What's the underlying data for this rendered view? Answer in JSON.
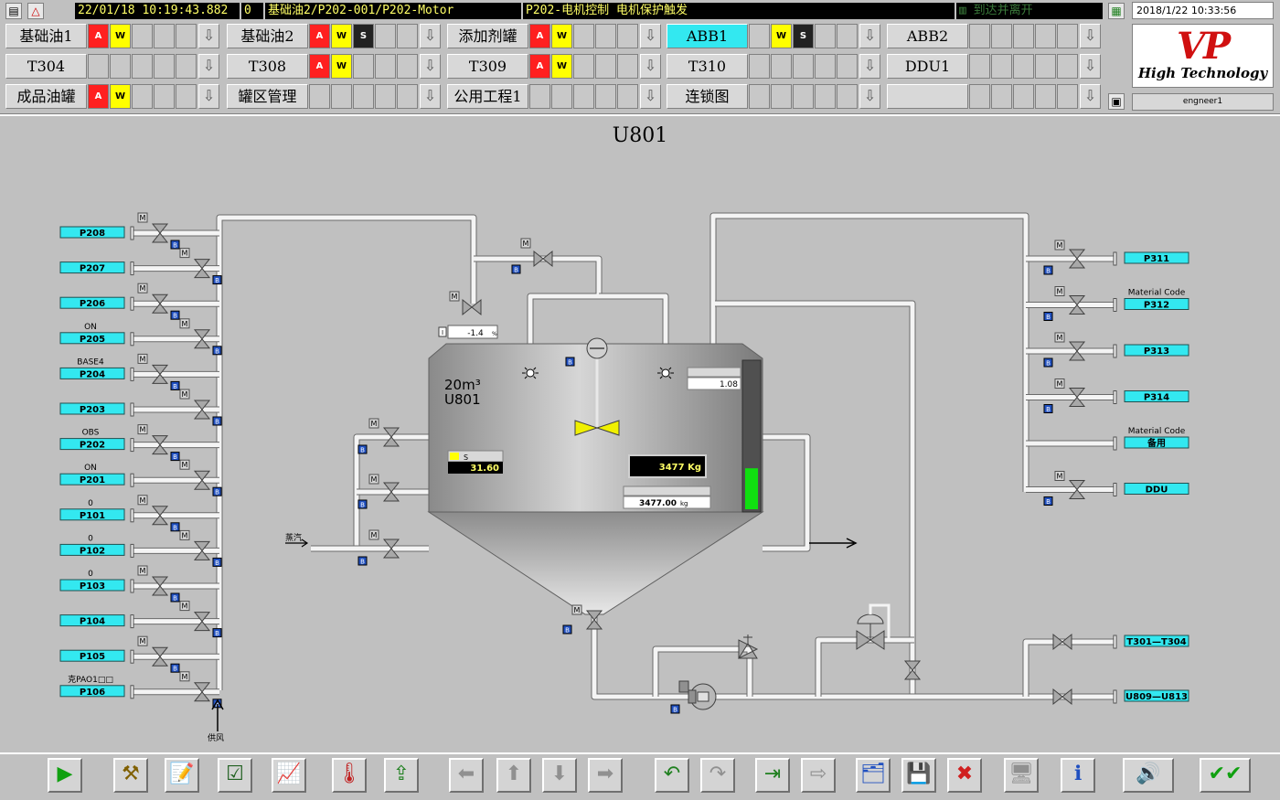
{
  "status": {
    "datetime": "22/01/18",
    "time": "10:19:43.882",
    "code": "0",
    "path": "基础油2/P202-001/P202-Motor",
    "message": "P202-电机控制 电机保护触发",
    "tag": "到达并离开",
    "clock": "2018/1/22 10:33:56"
  },
  "nav": [
    [
      {
        "label": "基础油1",
        "flags": [
          "A",
          "W",
          "E",
          "E",
          "E"
        ]
      },
      {
        "label": "基础油2",
        "flags": [
          "A",
          "W",
          "S",
          "E",
          "E"
        ]
      },
      {
        "label": "添加剂罐",
        "flags": [
          "A",
          "W",
          "E",
          "E",
          "E"
        ]
      },
      {
        "label": "ABB1",
        "active": true,
        "flags": [
          "E",
          "W",
          "S",
          "E",
          "E"
        ]
      },
      {
        "label": "ABB2",
        "flags": [
          "E",
          "E",
          "E",
          "E",
          "E"
        ]
      }
    ],
    [
      {
        "label": "T304",
        "flags": [
          "E",
          "E",
          "E",
          "E",
          "E"
        ]
      },
      {
        "label": "T308",
        "flags": [
          "A",
          "W",
          "E",
          "E",
          "E"
        ]
      },
      {
        "label": "T309",
        "flags": [
          "A",
          "W",
          "E",
          "E",
          "E"
        ]
      },
      {
        "label": "T310",
        "flags": [
          "E",
          "E",
          "E",
          "E",
          "E"
        ]
      },
      {
        "label": "DDU1",
        "flags": [
          "E",
          "E",
          "E",
          "E",
          "E"
        ]
      }
    ],
    [
      {
        "label": "成品油罐",
        "flags": [
          "A",
          "W",
          "E",
          "E",
          "E"
        ]
      },
      {
        "label": "罐区管理",
        "flags": [
          "E",
          "E",
          "E",
          "E",
          "E"
        ]
      },
      {
        "label": "公用工程1",
        "flags": [
          "E",
          "E",
          "E",
          "E",
          "E"
        ]
      },
      {
        "label": "连锁图",
        "flags": [
          "E",
          "E",
          "E",
          "E",
          "E"
        ]
      },
      {
        "label": "",
        "flags": [
          "E",
          "E",
          "E",
          "E",
          "E"
        ]
      }
    ]
  ],
  "logo": {
    "brand": "VP",
    "tagline": "High Technology"
  },
  "user": "engneer1",
  "page_title": "U801",
  "tank": {
    "volume": "20m³",
    "name": "U801",
    "temp": "31.60",
    "weight": "3477 Kg",
    "weight2": "3477.00",
    "weight2_unit": "kg",
    "level": "1.08",
    "pressure": "-1.4",
    "pressure_unit": "%",
    "level_fraction": 0.28
  },
  "left_lines": [
    {
      "tag": "P208",
      "note": ""
    },
    {
      "tag": "P207",
      "note": ""
    },
    {
      "tag": "P206",
      "note": ""
    },
    {
      "tag": "P205",
      "note": "ON"
    },
    {
      "tag": "P204",
      "note": "BASE4"
    },
    {
      "tag": "P203",
      "note": ""
    },
    {
      "tag": "P202",
      "note": "OBS"
    },
    {
      "tag": "P201",
      "note": "ON"
    },
    {
      "tag": "P101",
      "note": "0"
    },
    {
      "tag": "P102",
      "note": "0"
    },
    {
      "tag": "P103",
      "note": "0"
    },
    {
      "tag": "P104",
      "note": ""
    },
    {
      "tag": "P105",
      "note": ""
    },
    {
      "tag": "P106",
      "note": "克PAO1□□"
    }
  ],
  "right_lines": [
    {
      "tag": "P311",
      "note": ""
    },
    {
      "tag": "P312",
      "note": "Material Code"
    },
    {
      "tag": "P313",
      "note": ""
    },
    {
      "tag": "P314",
      "note": ""
    },
    {
      "tag": "备用",
      "note": "Material Code"
    },
    {
      "tag": "DDU",
      "note": ""
    }
  ],
  "outlets": [
    "T301—T304",
    "U809—U813"
  ],
  "labels": {
    "steam": "蒸汽",
    "air": "供风",
    "m": "M",
    "b": "B",
    "s": "S",
    "i": "I"
  },
  "toolbar": [
    {
      "name": "play-icon",
      "glyph": "▶",
      "color": "#10a010"
    },
    {
      "name": "tools-icon",
      "glyph": "⚒",
      "color": "#806000"
    },
    {
      "name": "notepad-icon",
      "glyph": "📝",
      "color": "#806000"
    },
    {
      "name": "checklist-icon",
      "glyph": "☑",
      "color": "#206020"
    },
    {
      "name": "trend-icon",
      "glyph": "📈",
      "color": "#c02020"
    },
    {
      "name": "thermometer-icon",
      "glyph": "🌡",
      "color": "#c02020"
    },
    {
      "name": "export-icon",
      "glyph": "⇪",
      "color": "#208020"
    },
    {
      "name": "arrow-left-icon",
      "glyph": "⬅",
      "color": "#909090",
      "dis": true
    },
    {
      "name": "arrow-up-icon",
      "glyph": "⬆",
      "color": "#909090",
      "dis": true
    },
    {
      "name": "arrow-down-icon",
      "glyph": "⬇",
      "color": "#909090",
      "dis": true
    },
    {
      "name": "arrow-right-icon",
      "glyph": "➡",
      "color": "#909090",
      "dis": true
    },
    {
      "name": "undo-icon",
      "glyph": "↶",
      "color": "#208020"
    },
    {
      "name": "redo-icon",
      "glyph": "↷",
      "color": "#909090",
      "dis": true
    },
    {
      "name": "import-icon",
      "glyph": "⇥",
      "color": "#208020"
    },
    {
      "name": "forward-icon",
      "glyph": "⇨",
      "color": "#909090",
      "dis": true
    },
    {
      "name": "open-folder-icon",
      "glyph": "🗂",
      "color": "#2050c0"
    },
    {
      "name": "save-icon",
      "glyph": "💾",
      "color": "#2050c0"
    },
    {
      "name": "delete-icon",
      "glyph": "✖",
      "color": "#d02020"
    },
    {
      "name": "monitor-icon",
      "glyph": "🖥",
      "color": "#909090",
      "dis": true
    },
    {
      "name": "info-icon",
      "glyph": "ℹ",
      "color": "#2050c0"
    },
    {
      "name": "sound-icon",
      "glyph": "🔊",
      "color": "#2050c0",
      "wide": true
    },
    {
      "name": "acknowledge-icon",
      "glyph": "✔✔",
      "color": "#10a010",
      "wide": true
    }
  ]
}
